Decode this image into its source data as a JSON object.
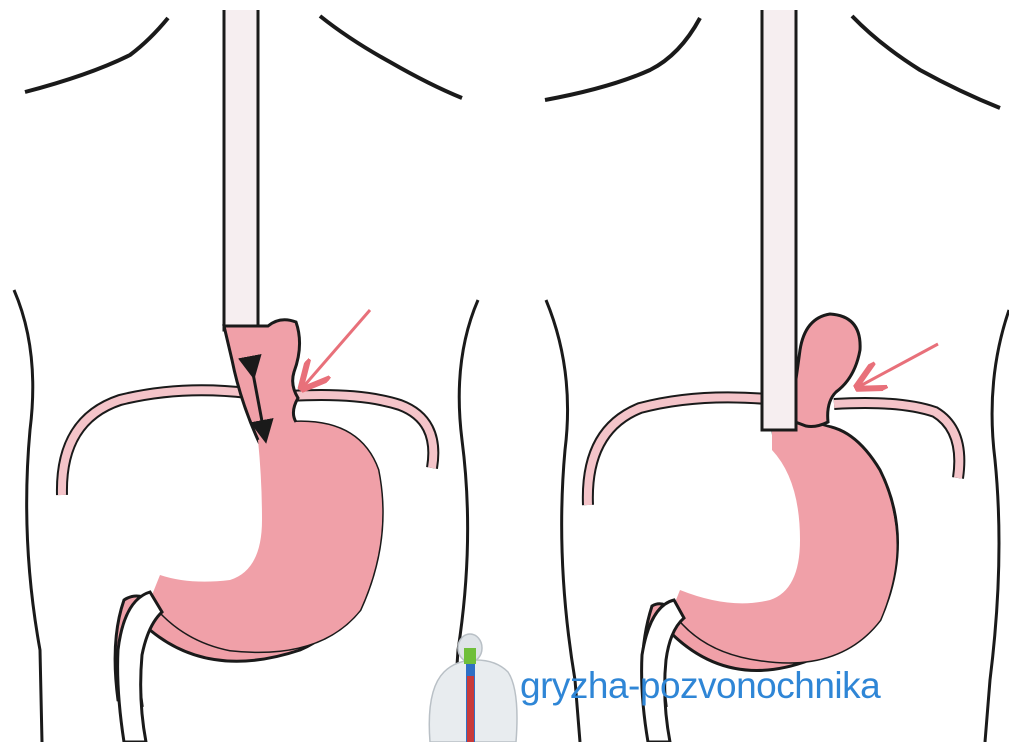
{
  "watermark": {
    "text": "gryzha-pozvonochnika",
    "color": "#2f86d6",
    "icon": "spine-figure-icon"
  },
  "colors": {
    "stomach": "#f0a0a8",
    "stomach_dark": "#d9707c",
    "outline": "#1a1a1a",
    "arrow": "#e8707a",
    "diaphragm": "#f4c4c9",
    "esophagus": "#f6eef0"
  },
  "panels": [
    {
      "id": "left",
      "motion_arrow_icon": "double-arrow-icon",
      "pointer_arrow_icon": "pointer-arrow-icon"
    },
    {
      "id": "right",
      "pointer_arrow_icon": "pointer-arrow-icon"
    }
  ]
}
